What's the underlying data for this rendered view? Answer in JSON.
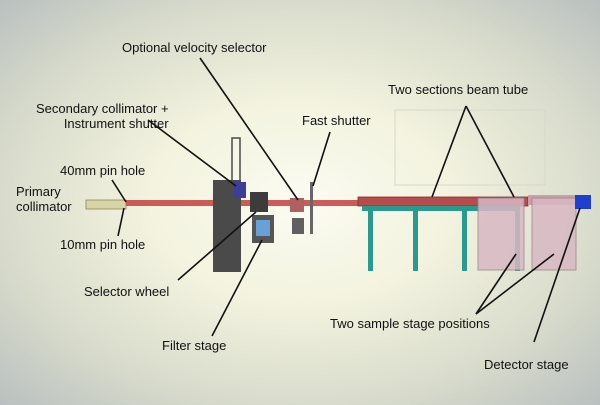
{
  "labels": {
    "primary_collimator": [
      "Primary",
      "collimator"
    ],
    "pinhole_40mm": "40mm pin hole",
    "pinhole_10mm": "10mm pin hole",
    "secondary_collimator": [
      "Secondary collimator +",
      "Instrument shutter"
    ],
    "velocity_selector": "Optional velocity selector",
    "fast_shutter": "Fast shutter",
    "beam_tube": "Two sections beam tube",
    "selector_wheel": "Selector wheel",
    "filter_stage": "Filter stage",
    "sample_positions": "Two sample stage positions",
    "detector_stage": "Detector stage"
  },
  "colors": {
    "beam": "#c44040",
    "support_legs": "#2a9a90",
    "sample_box": "#d8b8c4",
    "detector": "#1f3fd0",
    "dark_block": "#4a4a4a"
  }
}
